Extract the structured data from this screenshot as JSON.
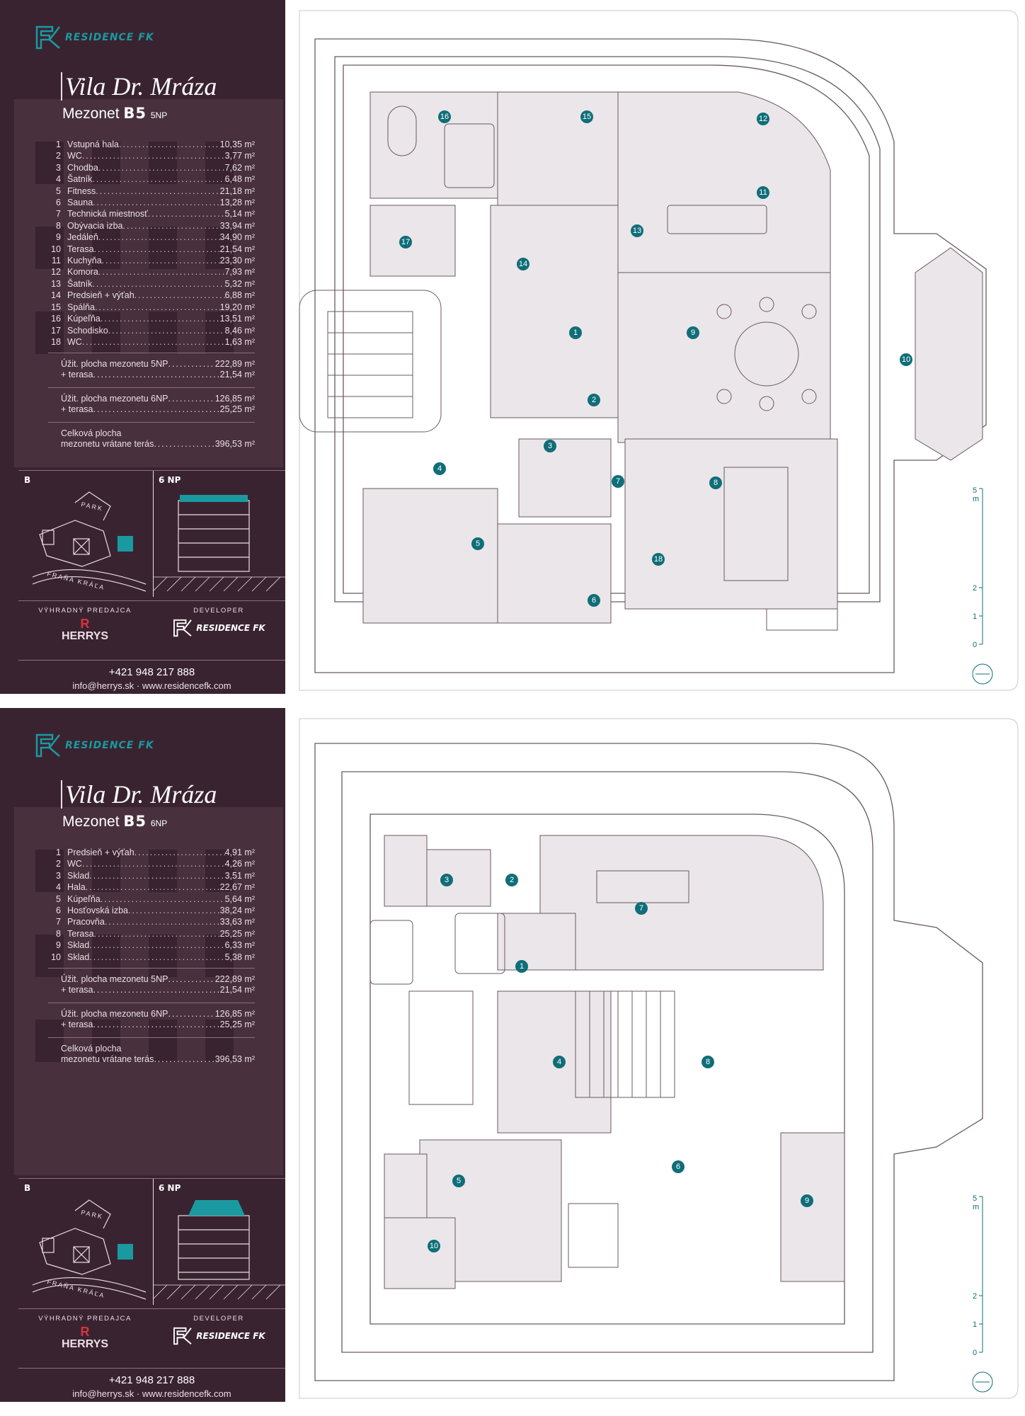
{
  "brand": {
    "logo_text": "RESIDENCE FK",
    "color_accent": "#1a9aa0",
    "color_panel": "#3a2330",
    "color_pin": "#0f6e78"
  },
  "sheets": [
    {
      "title": "Vila Dr. Mráza",
      "subtitle_main": "Mezonet",
      "subtitle_unit": "B5",
      "subtitle_floor": "5NP",
      "rooms": [
        {
          "n": "1",
          "name": "Vstupná hala",
          "area": "10,35 m²"
        },
        {
          "n": "2",
          "name": "WC",
          "area": "3,77 m²"
        },
        {
          "n": "3",
          "name": "Chodba",
          "area": "7,62 m²"
        },
        {
          "n": "4",
          "name": "Šatník",
          "area": "6,48 m²"
        },
        {
          "n": "5",
          "name": "Fitness",
          "area": "21,18 m²"
        },
        {
          "n": "6",
          "name": "Sauna",
          "area": "13,28 m²"
        },
        {
          "n": "7",
          "name": "Technická miestnosť",
          "area": "5,14 m²"
        },
        {
          "n": "8",
          "name": "Obývacia izba",
          "area": "33,94 m²"
        },
        {
          "n": "9",
          "name": "Jedáleň",
          "area": "34,90 m²"
        },
        {
          "n": "10",
          "name": "Terasa",
          "area": "21,54 m²"
        },
        {
          "n": "11",
          "name": "Kuchyňa",
          "area": "23,30 m²"
        },
        {
          "n": "12",
          "name": "Komora",
          "area": "7,93 m²"
        },
        {
          "n": "13",
          "name": "Šatník",
          "area": "5,32 m²"
        },
        {
          "n": "14",
          "name": "Predsieň + výťah",
          "area": "6,88 m²"
        },
        {
          "n": "15",
          "name": "Spálňa",
          "area": "19,20 m²"
        },
        {
          "n": "16",
          "name": "Kúpeľňa",
          "area": "13,51 m²"
        },
        {
          "n": "17",
          "name": "Schodisko",
          "area": "8,46 m²"
        },
        {
          "n": "18",
          "name": "WC",
          "area": "1,63 m²"
        }
      ],
      "summary": [
        {
          "label": "Úžit. plocha mezonetu 5NP",
          "area": "222,89 m²"
        },
        {
          "label": "+ terasa",
          "area": "21,54 m²"
        },
        {
          "label": "Úžit. plocha mezonetu 6NP",
          "area": "126,85 m²"
        },
        {
          "label": "+ terasa",
          "area": "25,25 m²"
        },
        {
          "label": "Celková plocha",
          "area": ""
        },
        {
          "label": "mezonetu vrátane terás",
          "area": "396,53 m²"
        }
      ],
      "box_left": "B",
      "box_right": "6 NP",
      "map_park": "PARK",
      "map_street": "FRAŇA KRÁĽA",
      "vendor_left_label": "VÝHRADNÝ PREDAJCA",
      "vendor_left_name": "HERRYS",
      "vendor_left_mark": "R",
      "vendor_right_label": "DEVELOPER",
      "vendor_right_name": "RESIDENCE FK",
      "phone": "+421 948 217 888",
      "email": "info@herrys.sk · www.residencefk.com",
      "scale": [
        "5",
        "m",
        "2",
        "1",
        "0"
      ]
    },
    {
      "title": "Vila Dr. Mráza",
      "subtitle_main": "Mezonet",
      "subtitle_unit": "B5",
      "subtitle_floor": "6NP",
      "rooms": [
        {
          "n": "1",
          "name": "Predsieň + výťah",
          "area": "4,91 m²"
        },
        {
          "n": "2",
          "name": "WC",
          "area": "4,26 m²"
        },
        {
          "n": "3",
          "name": "Sklad",
          "area": "3,51 m²"
        },
        {
          "n": "4",
          "name": "Hala",
          "area": "22,67 m²"
        },
        {
          "n": "5",
          "name": "Kúpeľňa",
          "area": "5,64 m²"
        },
        {
          "n": "6",
          "name": "Hosťovská izba",
          "area": "38,24 m²"
        },
        {
          "n": "7",
          "name": "Pracovňa",
          "area": "33,63 m²"
        },
        {
          "n": "8",
          "name": "Terasa",
          "area": "25,25 m²"
        },
        {
          "n": "9",
          "name": "Sklad",
          "area": "6,33 m²"
        },
        {
          "n": "10",
          "name": "Sklad",
          "area": "5,38 m²"
        }
      ],
      "summary": [
        {
          "label": "Úžit. plocha mezonetu 5NP",
          "area": "222,89 m²"
        },
        {
          "label": "+ terasa",
          "area": "21,54 m²"
        },
        {
          "label": "Úžit. plocha mezonetu 6NP",
          "area": "126,85 m²"
        },
        {
          "label": "+ terasa",
          "area": "25,25 m²"
        },
        {
          "label": "Celková plocha",
          "area": ""
        },
        {
          "label": "mezonetu vrátane terás",
          "area": "396,53 m²"
        }
      ],
      "box_left": "B",
      "box_right": "6 NP",
      "map_park": "PARK",
      "map_street": "FRAŇA KRÁĽA",
      "vendor_left_label": "VÝHRADNÝ PREDAJCA",
      "vendor_left_name": "HERRYS",
      "vendor_left_mark": "R",
      "vendor_right_label": "DEVELOPER",
      "vendor_right_name": "RESIDENCE FK",
      "phone": "+421 948 217 888",
      "email": "info@herrys.sk · www.residencefk.com",
      "scale": [
        "5",
        "m",
        "2",
        "1",
        "0"
      ]
    }
  ],
  "plan5_pins": [
    "1",
    "2",
    "3",
    "4",
    "5",
    "6",
    "7",
    "8",
    "9",
    "10",
    "11",
    "12",
    "13",
    "14",
    "15",
    "16",
    "17",
    "18"
  ],
  "plan6_pins": [
    "1",
    "2",
    "3",
    "4",
    "5",
    "6",
    "7",
    "8",
    "9",
    "10"
  ]
}
